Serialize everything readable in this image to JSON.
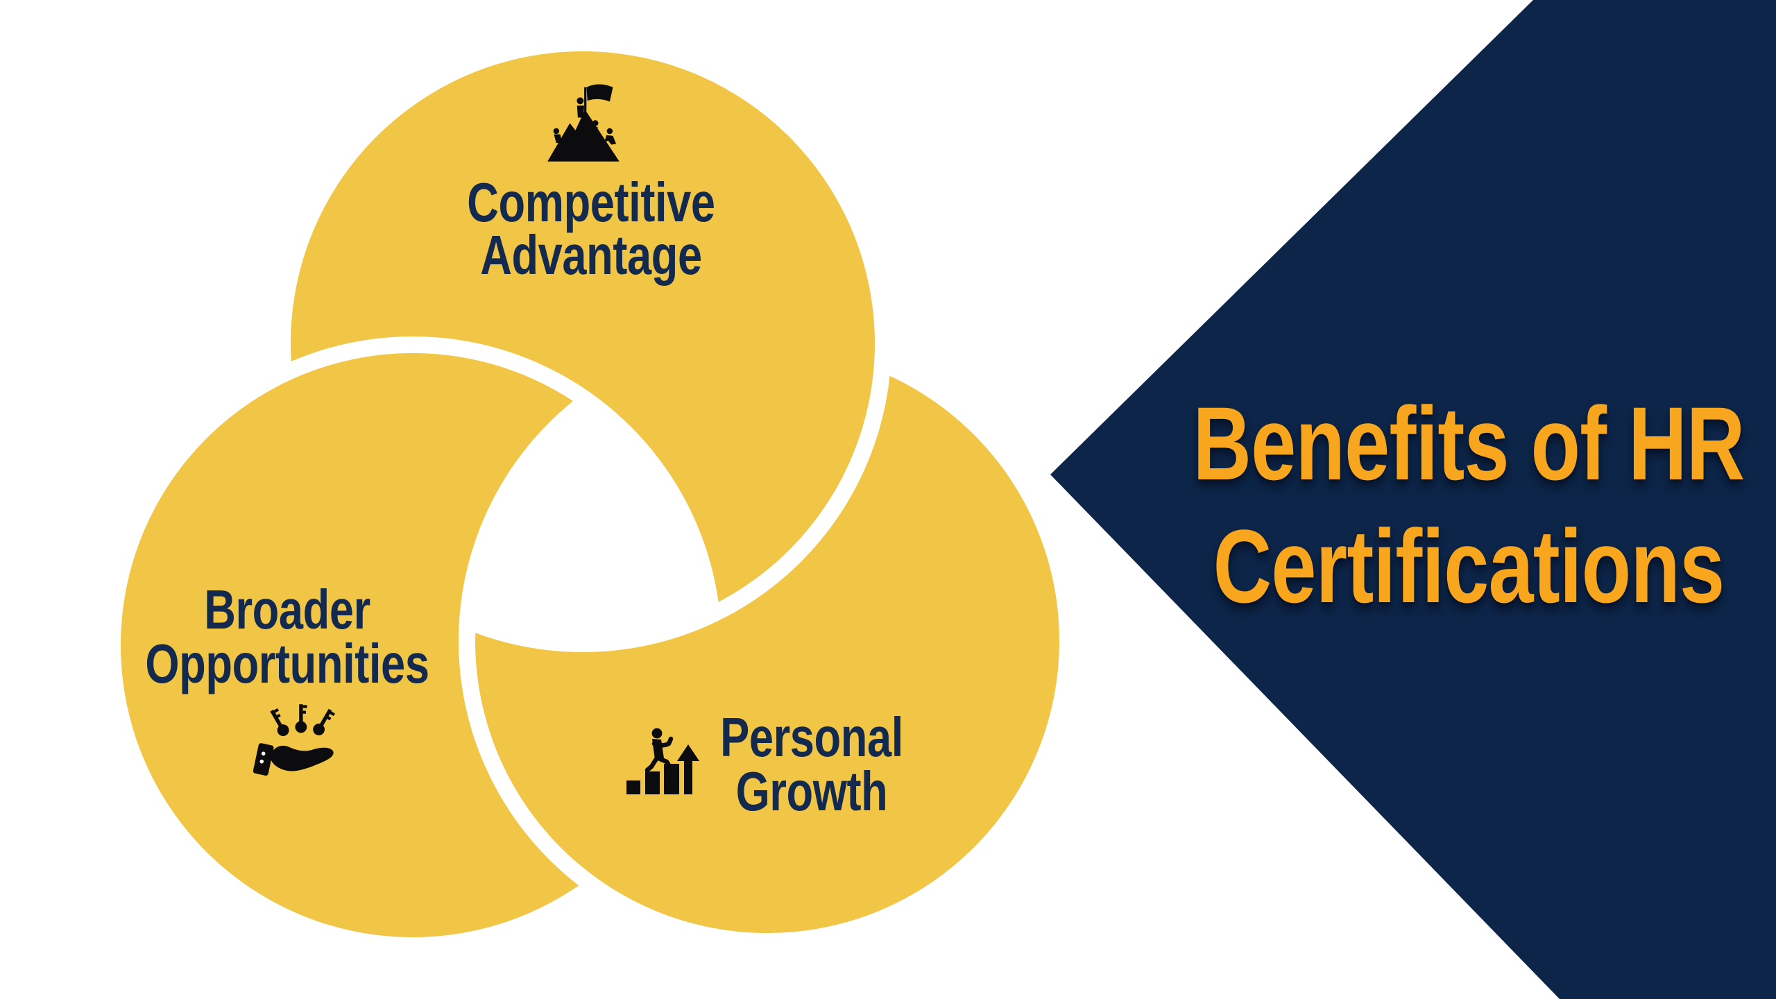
{
  "title": {
    "line1": "Benefits of HR",
    "line2": "Certifications"
  },
  "venn": {
    "circles": [
      {
        "label_line1": "Competitive",
        "label_line2": "Advantage",
        "icon": "mountain-summit-flag-icon"
      },
      {
        "label_line1": "Broader",
        "label_line2": "Opportunities",
        "icon": "hand-holding-keys-icon"
      },
      {
        "label_line1": "Personal",
        "label_line2": "Growth",
        "icon": "person-climbing-bars-icon"
      }
    ]
  },
  "colors": {
    "circle-yellow": "#F1C646",
    "label-navy": "#13294E",
    "diamond-navy": "#0D2548",
    "title-gold": "#F9A61F",
    "icon-black": "#0C0C0F",
    "background": "#FFFFFF"
  }
}
